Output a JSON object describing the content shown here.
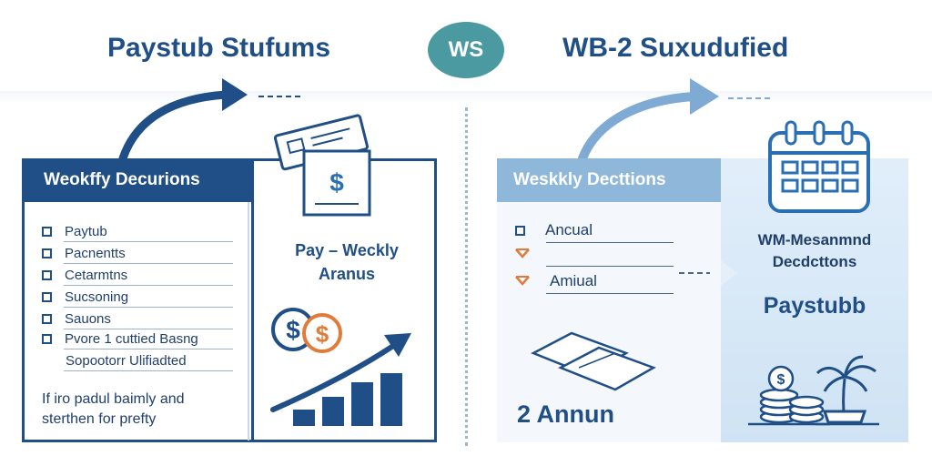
{
  "titles": {
    "left": "Paystub Stufums",
    "vs": "WS",
    "right": "WB-2 Suxudufied"
  },
  "left_panel": {
    "header": "Weokffy Decurions",
    "items": [
      "Paytub",
      "Pacnentts",
      "Cetarmtns",
      "Sucsoning",
      "Sauons",
      "Pvore 1 cuttied Basng",
      "Sopootorr Ulifiadted"
    ],
    "bottom_text": [
      "If iro padul baimly and",
      "sterthen for prefty"
    ],
    "center_label": [
      "Pay – Weckly",
      "Aranus"
    ]
  },
  "right_panel": {
    "header": "Weskkly Decttions",
    "rows": [
      "Ancual",
      "Amiual"
    ],
    "deductions_label": [
      "WM-Mesanmnd",
      "Decdcttons"
    ],
    "paystub_label": "Paystubb",
    "annun_label": "2 Annun"
  },
  "colors": {
    "navy": "#1f4f86",
    "teal_badge": "#4b9aa1",
    "light_blue": "#8fb7da",
    "orange": "#e07b39"
  },
  "icons": [
    "arrow-icon",
    "dollar-document-icon",
    "coins-icon",
    "growth-chart-icon",
    "calendar-icon",
    "open-book-icon",
    "coin-stack-icon",
    "palm-tree-icon"
  ]
}
